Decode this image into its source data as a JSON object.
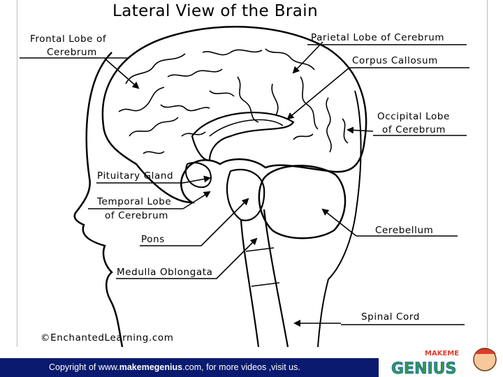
{
  "title": "Lateral View of the Brain",
  "labels": {
    "frontal_l1": "Frontal Lobe of",
    "frontal_l2": "Cerebrum",
    "parietal": "Parietal Lobe of Cerebrum",
    "corpus": "Corpus Callosum",
    "occipital_l1": "Occipital Lobe",
    "occipital_l2": "of Cerebrum",
    "pituitary": "Pituitary Gland",
    "temporal_l1": "Temporal Lobe",
    "temporal_l2": "of Cerebrum",
    "pons": "Pons",
    "cerebellum": "Cerebellum",
    "medulla": "Medulla Oblongata",
    "spinal": "Spinal Cord"
  },
  "credit": "©EnchantedLearning.com",
  "footer": {
    "prefix": "Copyright of  www.",
    "site": "makemegenius",
    "suffix": ".com, for more videos ,visit us."
  },
  "logo": {
    "text": "GENIUS",
    "top": "MAKEME",
    "brand_colors": [
      "#e23b2a",
      "#2f9e3c",
      "#1e5bd8",
      "#f2b705"
    ]
  },
  "colors": {
    "footer_bg": "#0a1a6e",
    "footer_text": "#ffffff",
    "ink": "#000000"
  }
}
